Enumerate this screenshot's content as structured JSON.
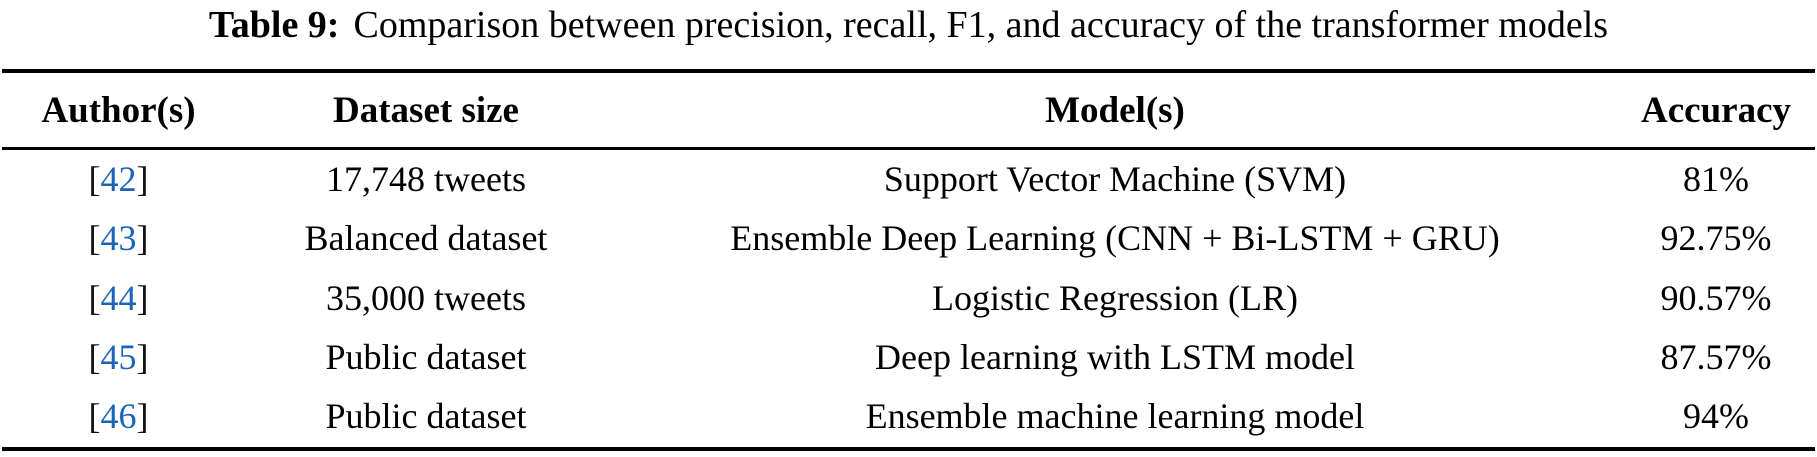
{
  "caption": {
    "label": "Table 9:",
    "text": "Comparison between precision, recall, F1, and accuracy of the transformer models"
  },
  "table": {
    "headers": [
      "Author(s)",
      "Dataset size",
      "Model(s)",
      "Accuracy"
    ],
    "brackets": {
      "open": "[",
      "close": "]"
    },
    "rows": [
      {
        "ref": "42",
        "dataset": "17,748 tweets",
        "model": "Support Vector Machine (SVM)",
        "accuracy": "81%"
      },
      {
        "ref": "43",
        "dataset": "Balanced dataset",
        "model": "Ensemble Deep Learning (CNN + Bi-LSTM + GRU)",
        "accuracy": "92.75%"
      },
      {
        "ref": "44",
        "dataset": "35,000 tweets",
        "model": "Logistic Regression (LR)",
        "accuracy": "90.57%"
      },
      {
        "ref": "45",
        "dataset": "Public dataset",
        "model": "Deep learning with LSTM model",
        "accuracy": "87.57%"
      },
      {
        "ref": "46",
        "dataset": "Public dataset",
        "model": "Ensemble machine learning model",
        "accuracy": "94%"
      }
    ]
  },
  "colors": {
    "citation_link": "#1b64b7",
    "text": "#000000",
    "rule": "#000000",
    "background": "#ffffff"
  }
}
